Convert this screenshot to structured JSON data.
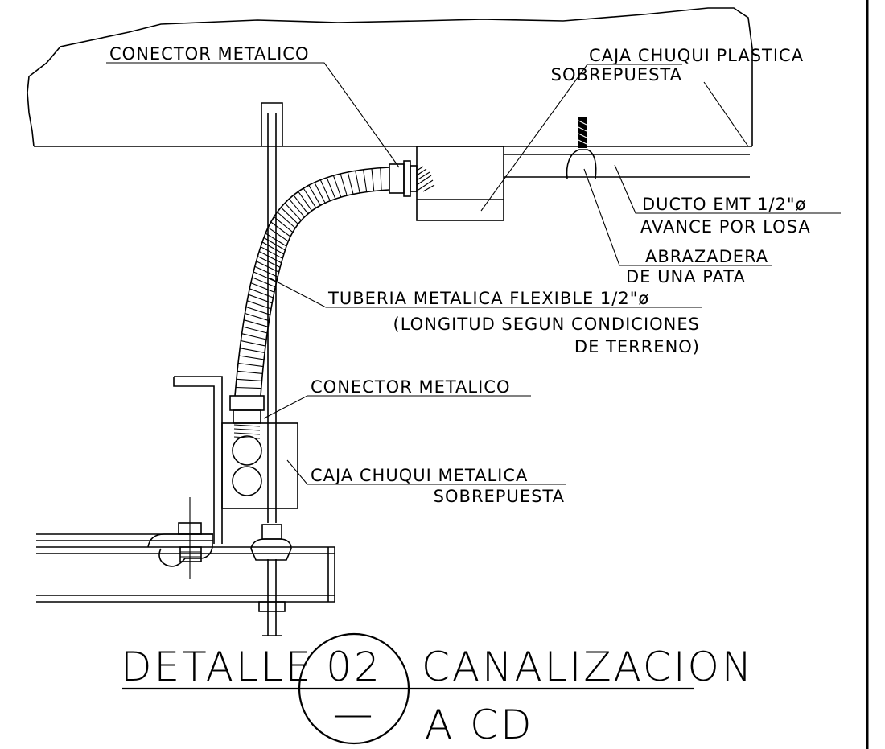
{
  "drawing": {
    "labels": {
      "conector_top": "CONECTOR METALICO",
      "caja_plastica_1": "CAJA CHUQUI PLASTICA",
      "caja_plastica_2": "SOBREPUESTA",
      "ducto_1": "DUCTO EMT 1/2\"ø",
      "ducto_2": "AVANCE POR LOSA",
      "abrazadera_1": "ABRAZADERA",
      "abrazadera_2": "DE UNA PATA",
      "tuberia_1": "TUBERIA METALICA FLEXIBLE 1/2\"ø",
      "tuberia_2": "(LONGITUD SEGUN CONDICIONES",
      "tuberia_3": "DE TERRENO)",
      "conector_mid": "CONECTOR METALICO",
      "caja_metalica_1": "CAJA CHUQUI METALICA",
      "caja_metalica_2": "SOBREPUESTA"
    },
    "title": {
      "word_left": "DETALLE",
      "number": "02",
      "sheet": "—",
      "word_right": "CANALIZACION",
      "subtitle": "A  CD"
    }
  }
}
